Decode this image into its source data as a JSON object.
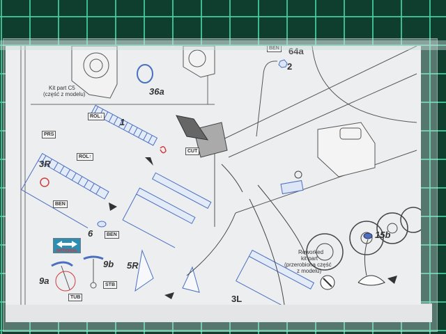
{
  "scene": {
    "background": "green cutting mat with grid",
    "colors": {
      "mat": "#0f3d2e",
      "grid": "#46d2a0",
      "sheet": "#eceef0",
      "part_blue": "#4a6fc0",
      "mark_red": "#d33b3b"
    }
  },
  "sheet": {
    "top_labels": {
      "kit_part_c5": "Kit part C5",
      "kit_part_c5_pl": "(część z modelu)",
      "part_36a": "36a",
      "part_64a": "64a",
      "part_2": "2",
      "box_ben_top": "BEN"
    },
    "left_labels": {
      "rol_down": "ROL↓",
      "rol_up": "ROL↑",
      "prs": "PRS",
      "part_1": "1",
      "part_3r": "3R",
      "ben_1": "BEN",
      "ben_2": "BEN",
      "part_6": "6",
      "cut": "CUT",
      "optional": "OPTIONAL",
      "part_9a": "9a",
      "part_9b": "9b",
      "stb": "STB",
      "tub": "TUB",
      "part_5r": "5R",
      "part_3l": "3L"
    },
    "right_labels": {
      "reworked_1": "Reworked",
      "reworked_2": "kit part",
      "reworked_3": "(przerobiona część",
      "reworked_4": "z modelu)",
      "part_15b": "15b"
    }
  }
}
